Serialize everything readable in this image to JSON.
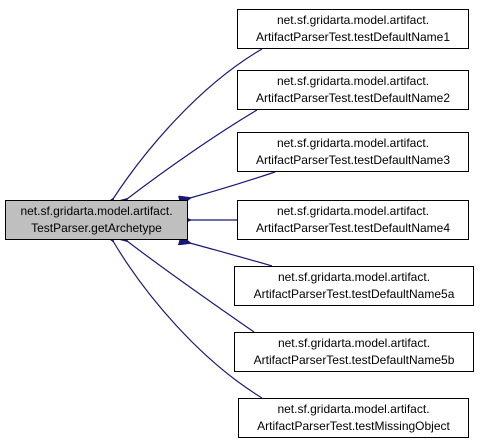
{
  "colors": {
    "edge": "#191970",
    "focus_fill": "#bfbfbf",
    "node_border": "#000000"
  },
  "focus": {
    "line1": "net.sf.gridarta.model.artifact.",
    "line2": "TestParser.getArchetype"
  },
  "callers": [
    {
      "line1": "net.sf.gridarta.model.artifact.",
      "line2": "ArtifactParserTest.testDefaultName1"
    },
    {
      "line1": "net.sf.gridarta.model.artifact.",
      "line2": "ArtifactParserTest.testDefaultName2"
    },
    {
      "line1": "net.sf.gridarta.model.artifact.",
      "line2": "ArtifactParserTest.testDefaultName3"
    },
    {
      "line1": "net.sf.gridarta.model.artifact.",
      "line2": "ArtifactParserTest.testDefaultName4"
    },
    {
      "line1": "net.sf.gridarta.model.artifact.",
      "line2": "ArtifactParserTest.testDefaultName5a"
    },
    {
      "line1": "net.sf.gridarta.model.artifact.",
      "line2": "ArtifactParserTest.testDefaultName5b"
    },
    {
      "line1": "net.sf.gridarta.model.artifact.",
      "line2": "ArtifactParserTest.testMissingObject"
    }
  ]
}
